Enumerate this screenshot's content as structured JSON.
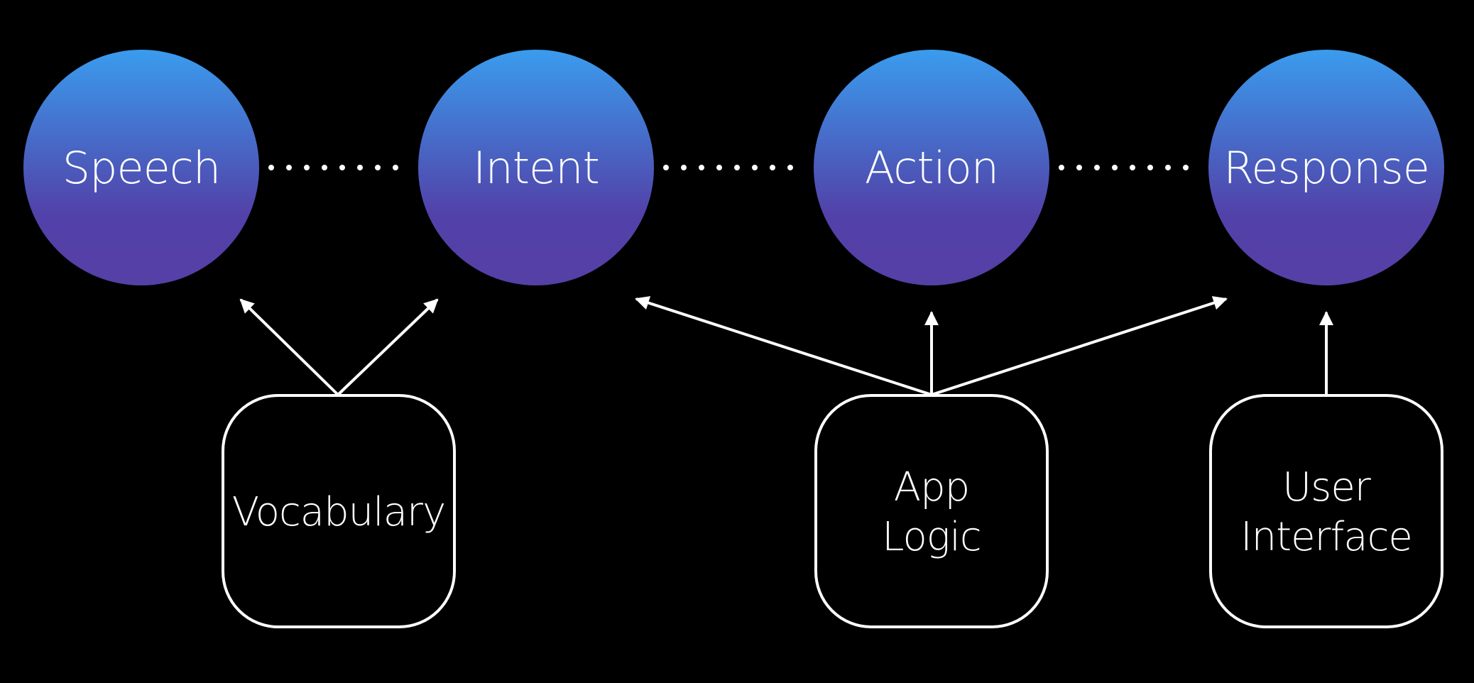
{
  "colors": {
    "background": "#000000",
    "circle_top": "#3a9bec",
    "circle_bottom": "#5540a6",
    "stroke": "#ffffff",
    "text": "#ffffff"
  },
  "nodes": [
    {
      "id": "speech",
      "label": "Speech"
    },
    {
      "id": "intent",
      "label": "Intent"
    },
    {
      "id": "action",
      "label": "Action"
    },
    {
      "id": "response",
      "label": "Response"
    }
  ],
  "boxes": [
    {
      "id": "vocabulary",
      "lines": [
        "Vocabulary"
      ]
    },
    {
      "id": "app-logic",
      "lines": [
        "App",
        "Logic"
      ]
    },
    {
      "id": "user-interface",
      "lines": [
        "User",
        "Interface"
      ]
    }
  ],
  "dotted_links": [
    {
      "from": "speech",
      "to": "intent"
    },
    {
      "from": "intent",
      "to": "action"
    },
    {
      "from": "action",
      "to": "response"
    }
  ],
  "arrows": [
    {
      "from": "vocabulary",
      "to": "speech"
    },
    {
      "from": "vocabulary",
      "to": "intent"
    },
    {
      "from": "app-logic",
      "to": "intent"
    },
    {
      "from": "app-logic",
      "to": "action"
    },
    {
      "from": "app-logic",
      "to": "response"
    },
    {
      "from": "user-interface",
      "to": "response"
    }
  ]
}
